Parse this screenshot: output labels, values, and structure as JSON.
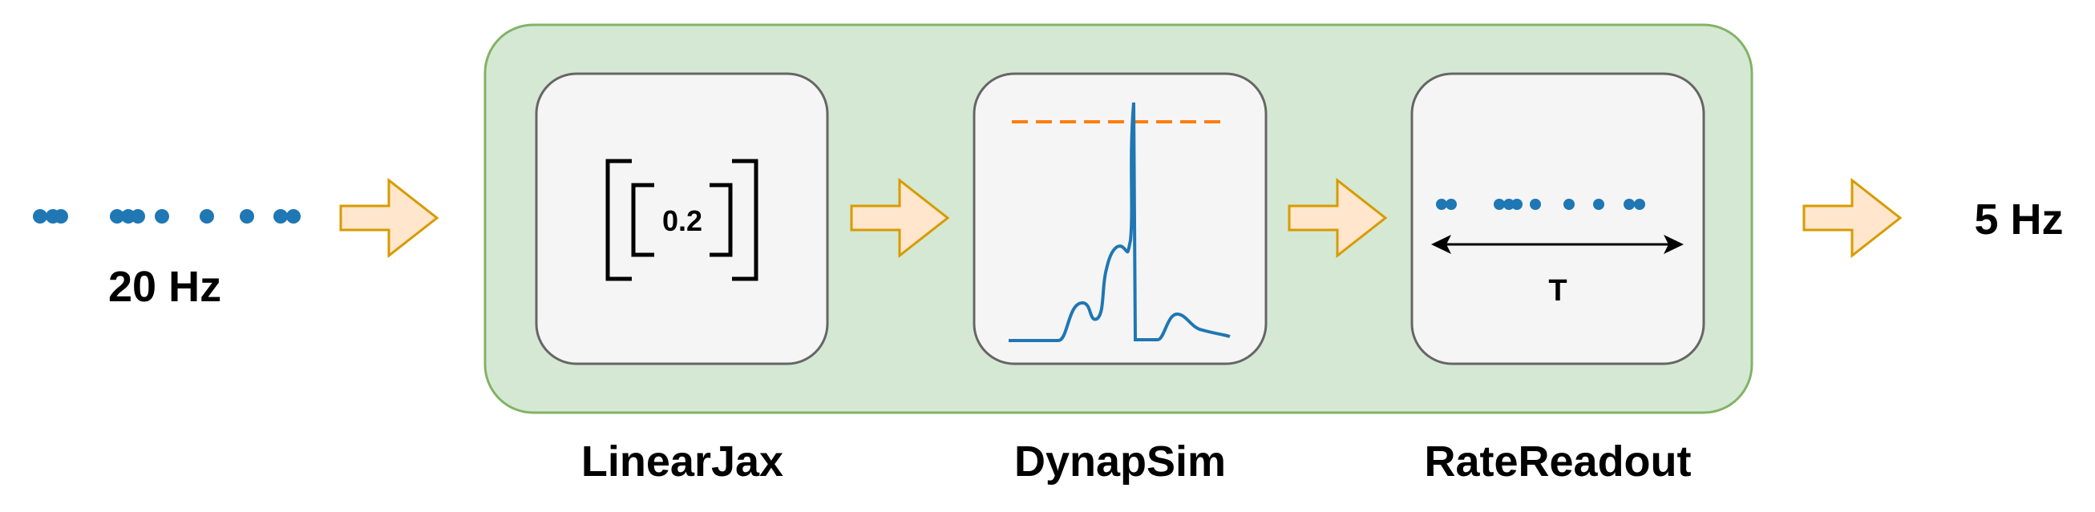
{
  "input": {
    "rate_label": "20 Hz"
  },
  "output": {
    "rate_label": "5 Hz"
  },
  "modules": [
    {
      "name": "LinearJax",
      "weight_value": "0.2"
    },
    {
      "name": "DynapSim"
    },
    {
      "name": "RateReadout",
      "window_label": "T"
    }
  ],
  "colors": {
    "network_fill": "#d5e8d4",
    "network_stroke": "#82b366",
    "module_fill": "#f5f5f5",
    "module_stroke": "#666666",
    "arrow_fill": "#ffe6cc",
    "arrow_stroke": "#d79b00",
    "spike": "#1f77b4",
    "threshold": "#ff7f0e"
  },
  "icons": [
    "matrix-bracket-icon",
    "membrane-trace-icon",
    "spike-train-icon",
    "double-arrow-icon"
  ]
}
